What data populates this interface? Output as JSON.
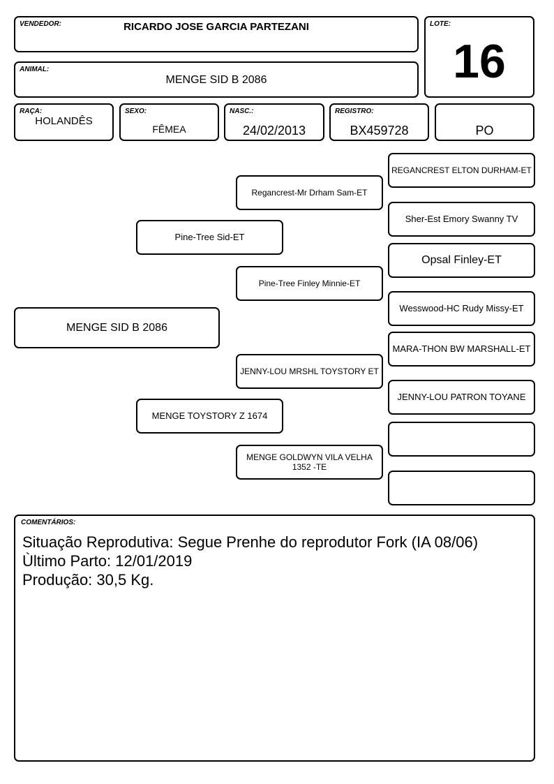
{
  "header": {
    "seller_label": "VENDEDOR:",
    "seller_name": "RICARDO JOSE GARCIA PARTEZANI",
    "lot_label": "LOTE:",
    "lot_number": "16",
    "animal_label": "ANIMAL:",
    "animal_name": "MENGE SID B 2086"
  },
  "info": {
    "breed_label": "RAÇA:",
    "breed": "HOLANDÊS",
    "sex_label": "SEXO:",
    "sex": "FÊMEA",
    "birth_label": "NASC.:",
    "birth": "24/02/2013",
    "registry_label": "REGISTRO:",
    "registry": "BX459728",
    "category": "PO"
  },
  "pedigree": {
    "animal": "MENGE SID B 2086",
    "sire": "Pine-Tree Sid-ET",
    "dam": "MENGE TOYSTORY Z 1674",
    "sire_sire": "Regancrest-Mr Drham Sam-ET",
    "sire_dam": "Pine-Tree Finley Minnie-ET",
    "dam_sire": "JENNY-LOU MRSHL TOYSTORY ET",
    "dam_dam": "MENGE GOLDWYN VILA VELHA 1352 -TE",
    "ggp": [
      "REGANCREST ELTON DURHAM-ET",
      "Sher-Est Emory Swanny TV",
      "Opsal Finley-ET",
      "Wesswood-HC Rudy Missy-ET",
      "MARA-THON BW MARSHALL-ET",
      "JENNY-LOU PATRON TOYANE",
      "",
      ""
    ]
  },
  "comments": {
    "label": "COMENTÁRIOS:",
    "lines": [
      "Situação Reprodutiva: Segue Prenhe do reprodutor Fork (IA 08/06)",
      "Ùltimo Parto: 12/01/2019",
      "Produção: 30,5 Kg."
    ]
  }
}
